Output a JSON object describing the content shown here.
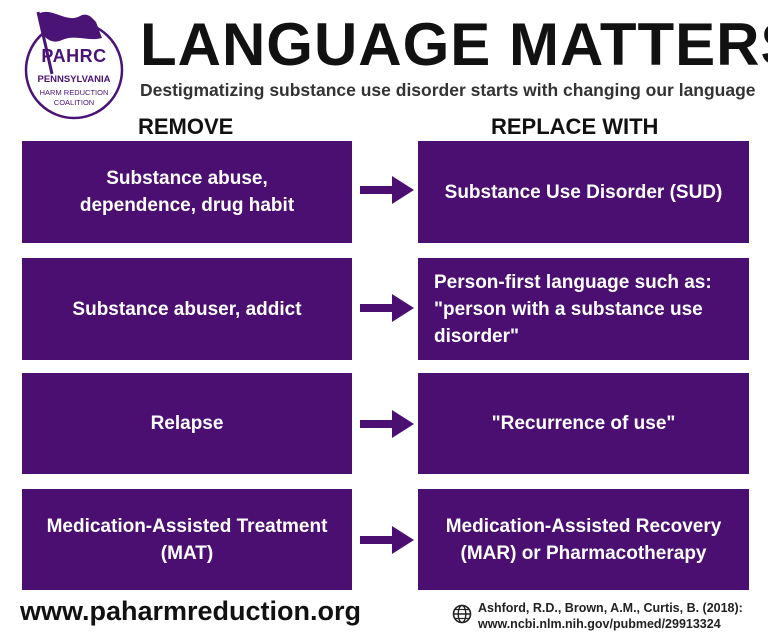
{
  "logo": {
    "acronym": "PAHRC",
    "state": "PENNSYLVANIA",
    "line1": "HARM REDUCTION",
    "line2": "COALITION"
  },
  "header": {
    "title": "LANGUAGE MATTERS",
    "subtitle": "Destigmatizing substance use disorder starts with changing our language"
  },
  "columns": {
    "remove": "REMOVE",
    "replace": "REPLACE WITH"
  },
  "rows": [
    {
      "remove": [
        "Substance abuse,",
        "dependence, drug habit"
      ],
      "replace": [
        "Substance Use Disorder (SUD)"
      ]
    },
    {
      "remove": [
        "Substance abuser, addict"
      ],
      "replace": [
        "Person-first language such as:",
        "\"person with a substance use",
        "disorder\""
      ]
    },
    {
      "remove": [
        "Relapse"
      ],
      "replace": [
        "\"Recurrence of use\""
      ]
    },
    {
      "remove": [
        "Medication-Assisted Treatment",
        "(MAT)"
      ],
      "replace": [
        "Medication-Assisted Recovery",
        "(MAR) or Pharmacotherapy"
      ]
    }
  ],
  "footer": {
    "website": "www.paharmreduction.org",
    "citation_line1": "Ashford, R.D., Brown, A.M., Curtis, B. (2018):",
    "citation_line2": "www.ncbi.nlm.nih.gov/pubmed/29913324"
  },
  "colors": {
    "box": "#4b0f72",
    "brand": "#4a1376"
  }
}
